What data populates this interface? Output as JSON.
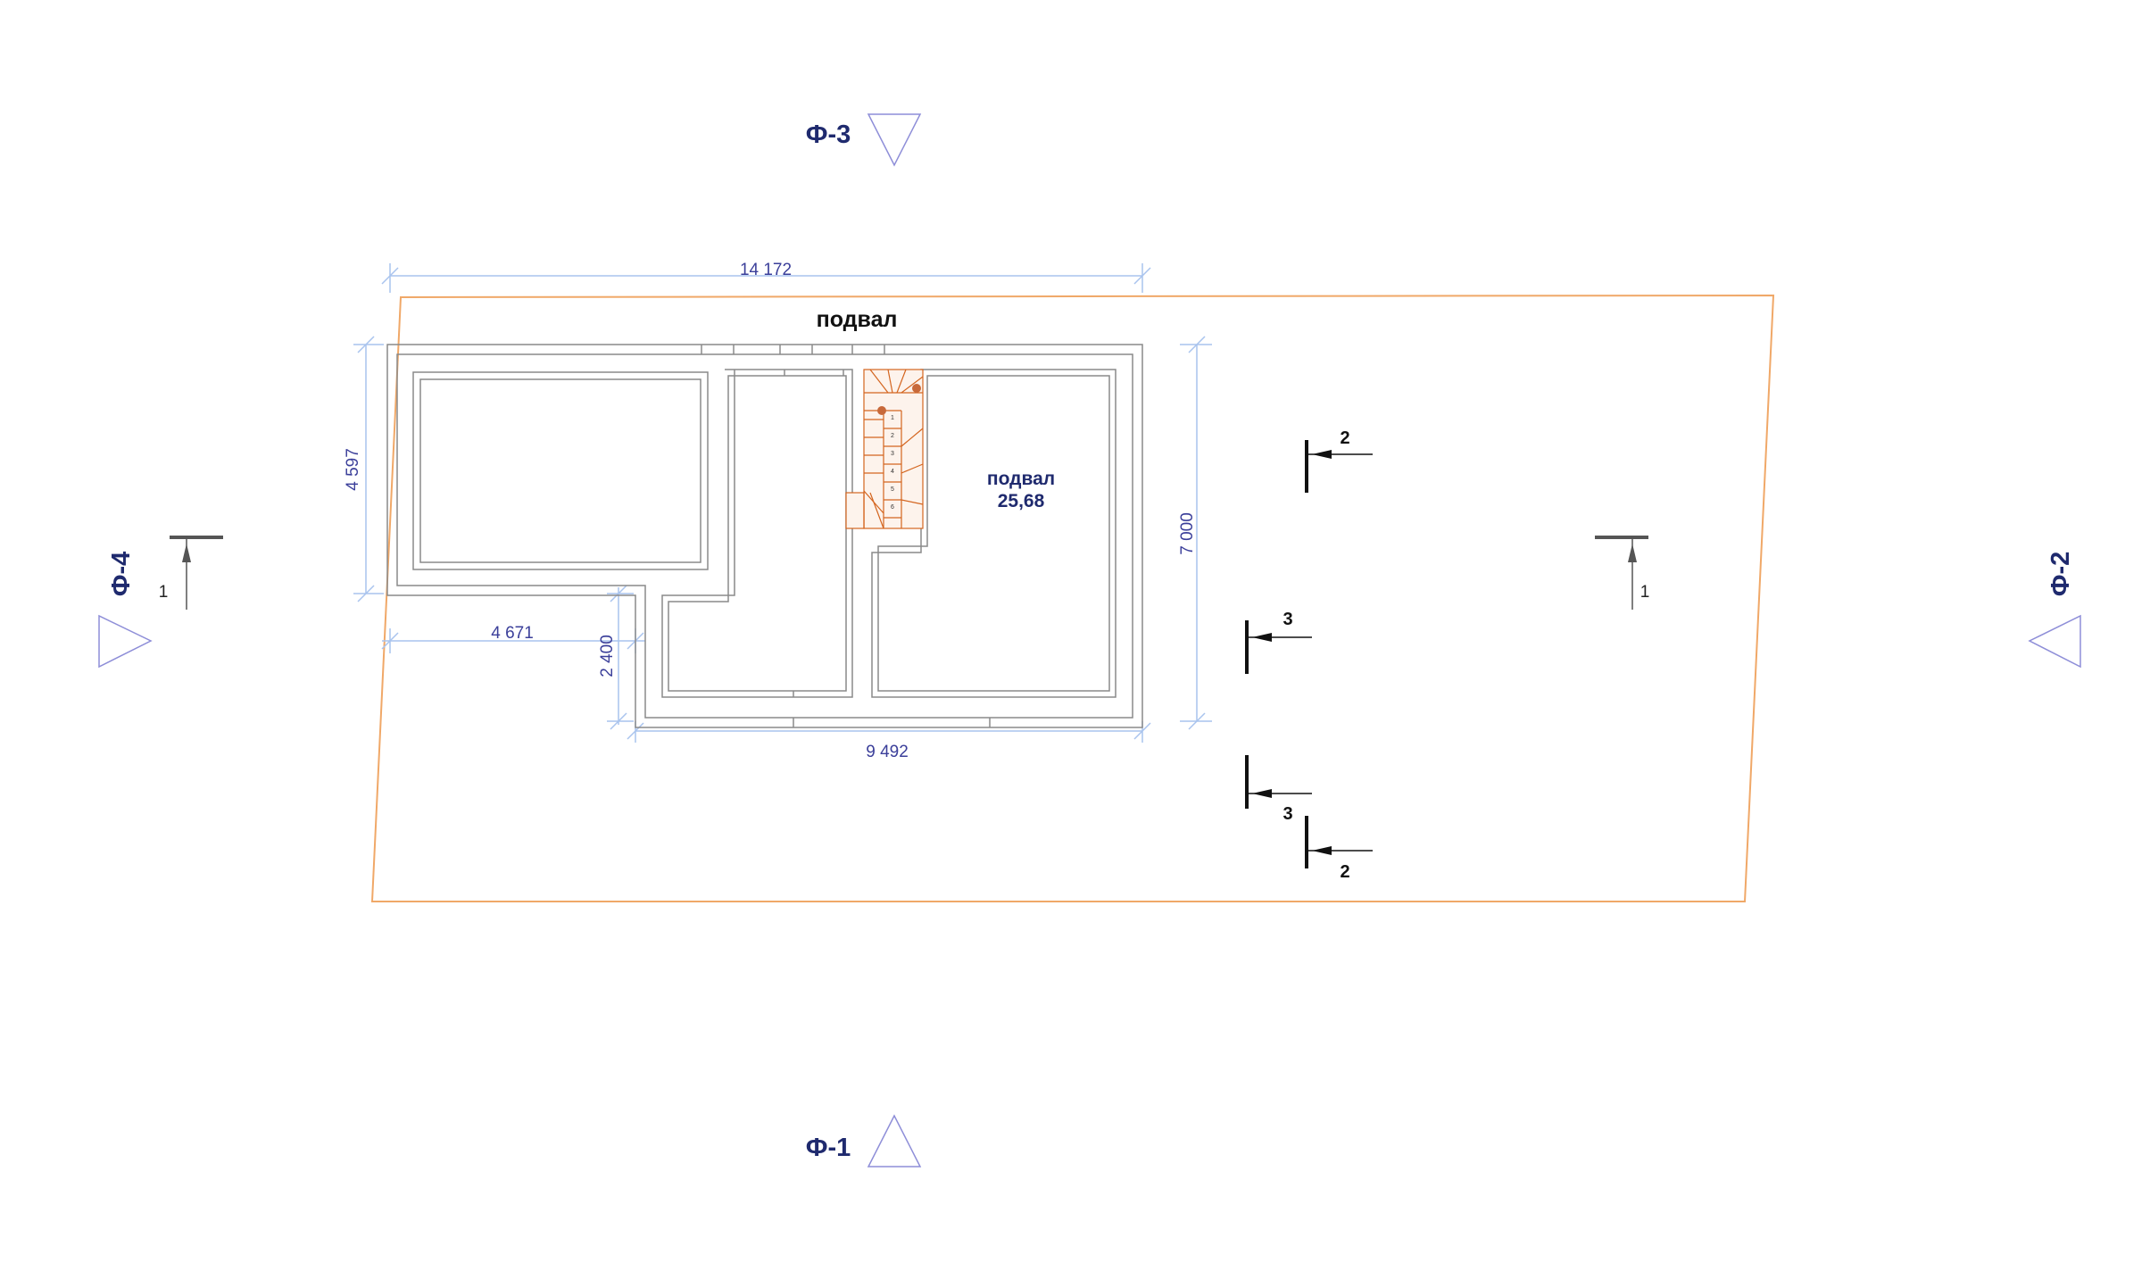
{
  "elevation_markers": {
    "f1": "Ф-1",
    "f2": "Ф-2",
    "f3": "Ф-3",
    "f4": "Ф-4"
  },
  "dimensions": {
    "overall_width": "14 172",
    "left_height": "4 597",
    "right_height": "7 000",
    "left_wing_width": "4 671",
    "step_height": "2 400",
    "bottom_width": "9 492"
  },
  "rooms": {
    "plan_title": "подвал",
    "basement_name": "подвал",
    "basement_area": "25,68"
  },
  "stairs": {
    "step_numbers": [
      "1",
      "2",
      "3",
      "4",
      "5",
      "6"
    ]
  },
  "section_markers": {
    "s1_left": "1",
    "s1_right": "1",
    "s2_top": "2",
    "s2_bottom": "2",
    "s3_top": "3",
    "s3_bottom": "3"
  },
  "colors": {
    "site_boundary": "#f0a868",
    "dimension_line": "#a9c4ee",
    "elevation_triangle": "#8e8ed8",
    "label_navy": "#1f2a6e",
    "stair_orange": "#d4651f",
    "wall_gray": "#8a8a8a"
  }
}
